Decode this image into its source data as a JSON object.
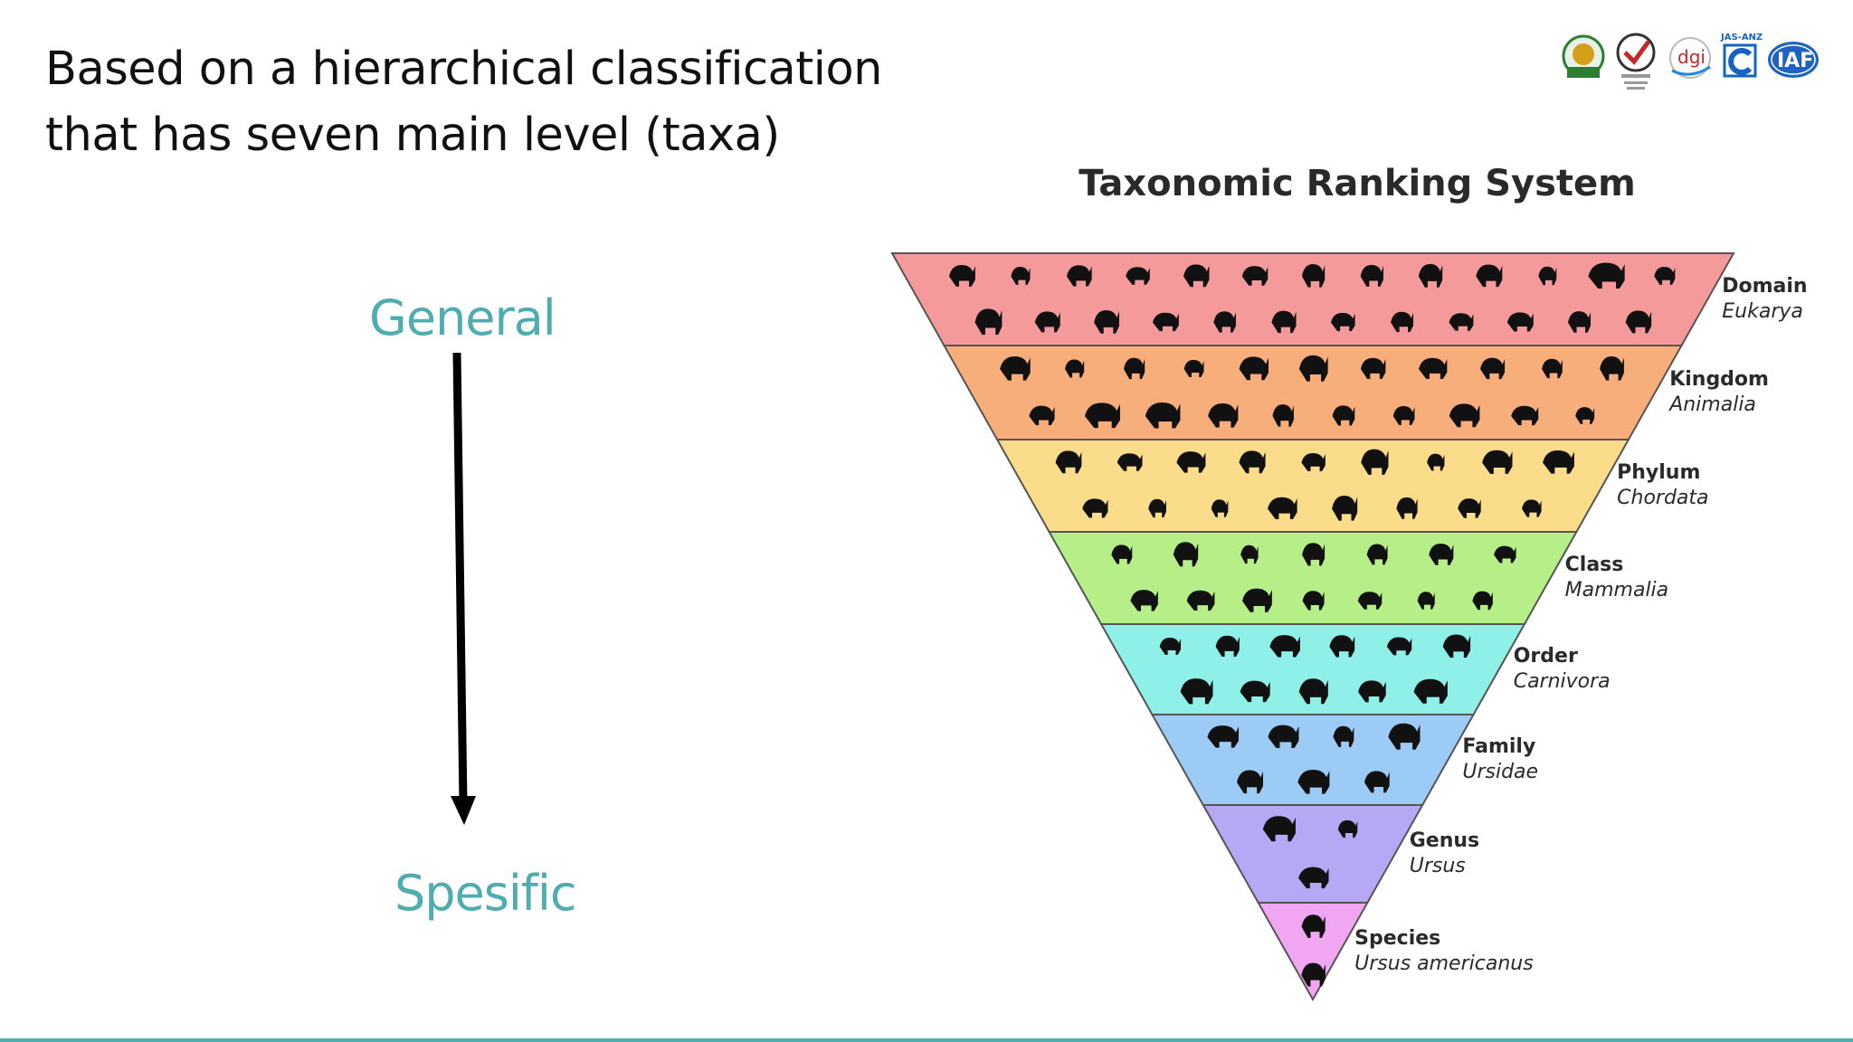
{
  "title": {
    "line1": "Based on a hierarchical classification",
    "line2": "that has seven main level (taxa)"
  },
  "direction": {
    "general": "General",
    "specific": "Spesific",
    "arrow_icon": "arrow-down-icon"
  },
  "diagram": {
    "title": "Taxonomic Ranking System",
    "ranks": [
      {
        "name": "Domain",
        "taxon": "Eukarya",
        "color": "#f59a9a"
      },
      {
        "name": "Kingdom",
        "taxon": "Animalia",
        "color": "#f8ae7a"
      },
      {
        "name": "Phylum",
        "taxon": "Chordata",
        "color": "#fbdc8a"
      },
      {
        "name": "Class",
        "taxon": "Mammalia",
        "color": "#b6ee88"
      },
      {
        "name": "Order",
        "taxon": "Carnivora",
        "color": "#8ef0e6"
      },
      {
        "name": "Family",
        "taxon": "Ursidae",
        "color": "#9ccbf5"
      },
      {
        "name": "Genus",
        "taxon": "Ursus",
        "color": "#b6a8f4"
      },
      {
        "name": "Species",
        "taxon": "Ursus americanus",
        "color": "#f1a6f1"
      }
    ]
  },
  "logos": {
    "iaf": "IAF",
    "jas_anz": "JAS-ANZ",
    "dgi": "dgi",
    "icons": [
      "halal-seal-icon",
      "quality-approved-seal-icon",
      "dgi-logo-icon",
      "jas-anz-logo-icon",
      "iaf-logo-icon"
    ]
  },
  "colors": {
    "accent": "#4fadb0",
    "text": "#111111"
  }
}
